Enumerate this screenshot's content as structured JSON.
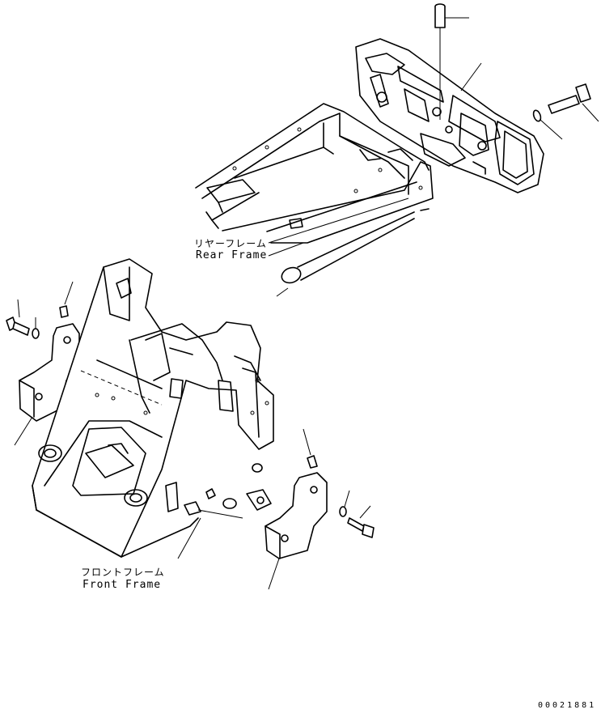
{
  "labels": {
    "rear_frame_jp": "リヤーフレーム",
    "rear_frame_en": "Rear Frame",
    "front_frame_jp": "フロントフレーム",
    "front_frame_en": "Front Frame",
    "drawing_number": "00021881"
  },
  "colors": {
    "line": "#000000",
    "background": "#ffffff"
  }
}
